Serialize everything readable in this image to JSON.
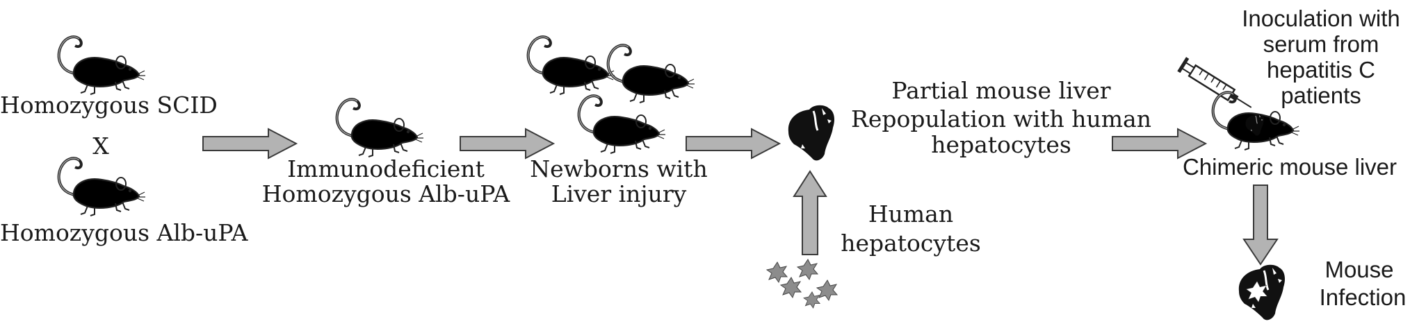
{
  "labels": {
    "parent1": "Homozygous  SCID",
    "cross": "X",
    "parent2": "Homozygous Alb-uPA",
    "offspring_line1": "Immunodeficient",
    "offspring_line2": "Homozygous Alb-uPA",
    "newborns_line1": "Newborns with",
    "newborns_line2": "Liver injury",
    "repop_line1": "Partial mouse liver",
    "repop_line2": "Repopulation with human",
    "repop_line3": "hepatocytes",
    "human_line1": "Human",
    "human_line2": "hepatocytes",
    "inoc_line1": "Inoculation with",
    "inoc_line2": "serum from",
    "inoc_line3": "hepatitis C",
    "inoc_line4": "patients",
    "chimeric": "Chimeric mouse liver",
    "infection_line1": "Mouse",
    "infection_line2": "Infection"
  },
  "icons": {
    "mouse": "mouse-icon",
    "grey_mouse": "grey-mouse-icon",
    "liver": "liver-icon",
    "hepatocytes": "hepatocyte-cluster-icon",
    "syringe": "syringe-icon",
    "arrow": "block-arrow"
  },
  "colors": {
    "arrow_fill": "#b3b3b3",
    "arrow_stroke": "#3a3a3a",
    "liver_dark": "#111111",
    "grey_mouse_fill": "#c8c8c8",
    "hepatocyte_fill": "#8c8c8c"
  }
}
